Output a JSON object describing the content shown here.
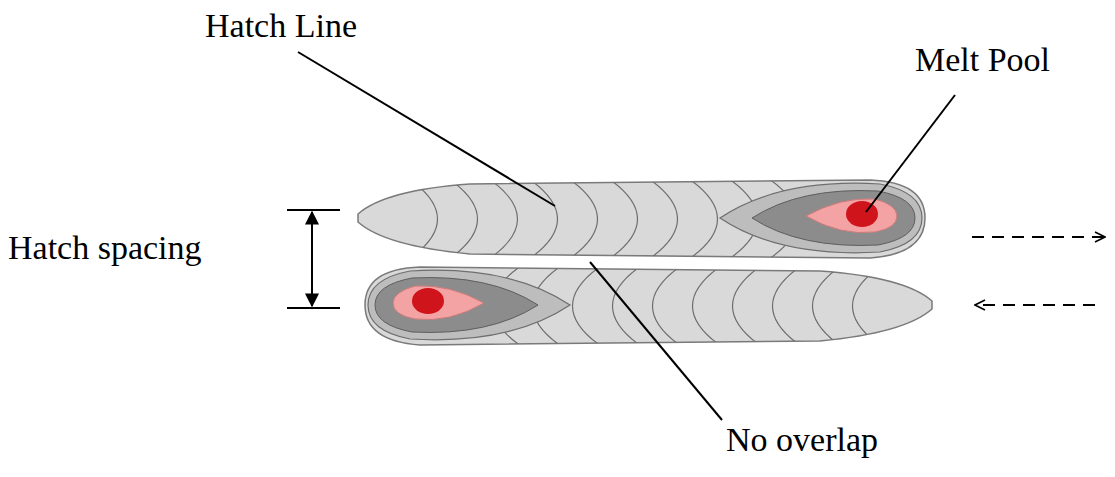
{
  "diagram": {
    "labels": [
      "Hatch Line",
      "Melt Pool",
      "Hatch spacing",
      "No overlap"
    ]
  }
}
